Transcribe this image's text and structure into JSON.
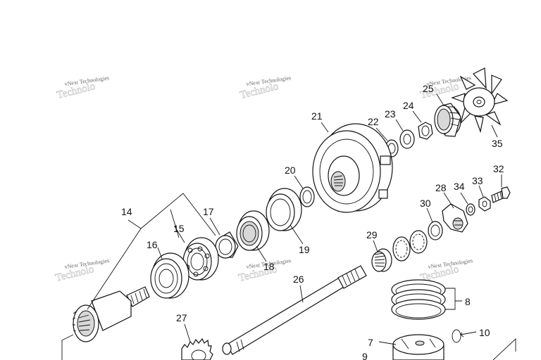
{
  "watermark": {
    "text": "vNext Technologies",
    "ghost": "Technolo"
  },
  "callouts": {
    "c7": "7",
    "c8": "8",
    "c9": "9",
    "c10": "10",
    "c14": "14",
    "c15": "15",
    "c16": "16",
    "c17": "17",
    "c18": "18",
    "c19": "19",
    "c20": "20",
    "c21": "21",
    "c22": "22",
    "c23": "23",
    "c24": "24",
    "c25": "25",
    "c26": "26",
    "c27": "27",
    "c28": "28",
    "c29": "29",
    "c30": "30",
    "c32": "32",
    "c33": "33",
    "c34": "34",
    "c35": "35"
  }
}
